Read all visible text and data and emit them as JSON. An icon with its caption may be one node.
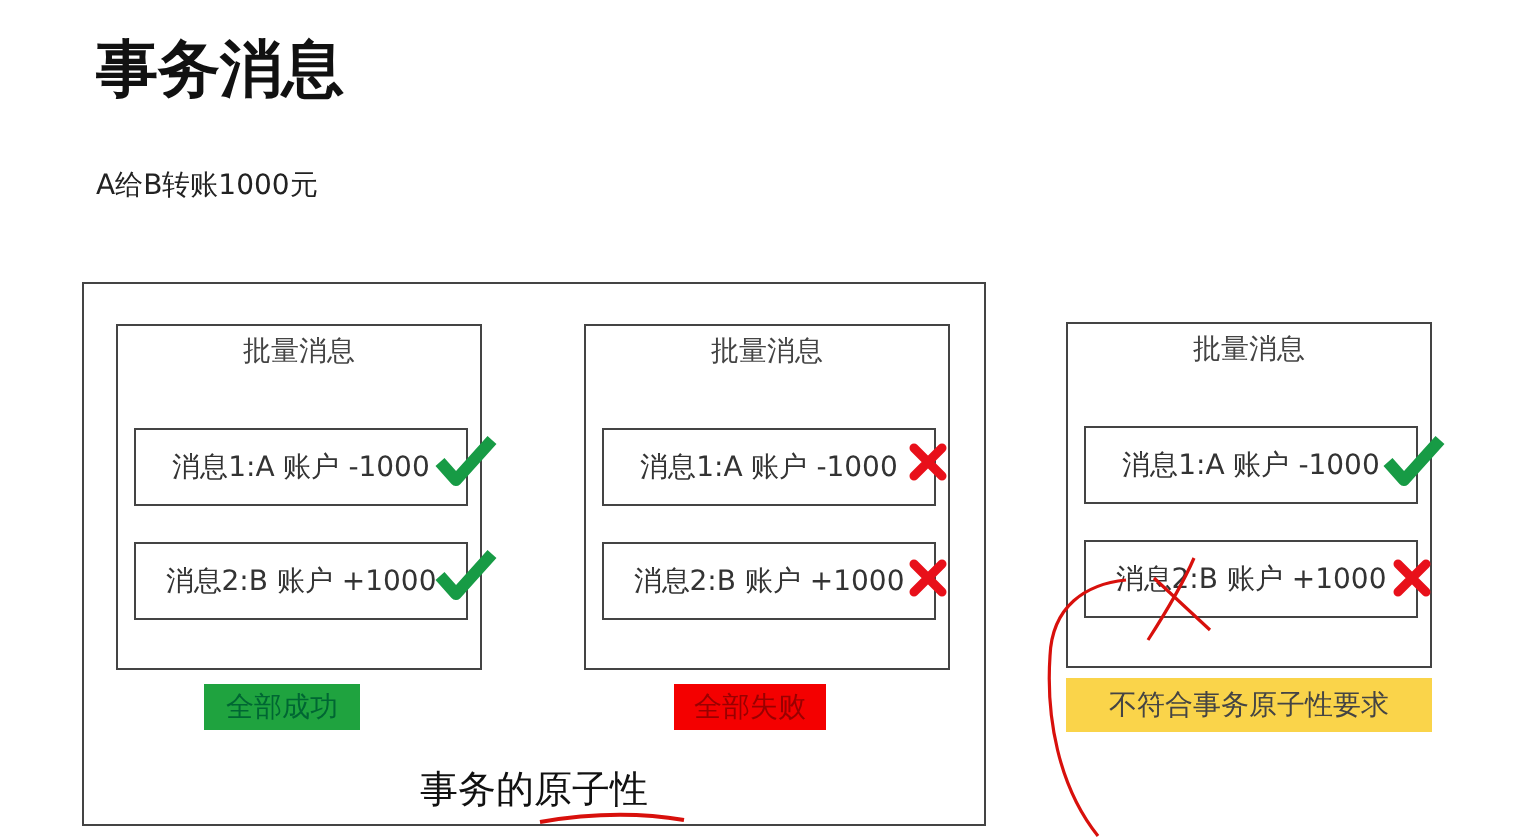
{
  "diagram": {
    "title": "事务消息",
    "nodes": [
      {
        "text": [
          "事务的原子性"
        ]
      },
      {
        "text": [
          "批量消息"
        ],
        "in": 0
      },
      {
        "text": [
          "消息1:A 账户 -1000"
        ],
        "in": 1
      },
      {
        "text": [
          "消息2:B 账户 +1000"
        ],
        "in": 1
      },
      {
        "text": [
          "全部成功"
        ],
        "in": 0
      },
      {
        "text": [
          "批量消息"
        ],
        "in": 0
      },
      {
        "text": [
          "消息1:A 账户 -1000"
        ],
        "in": 5
      },
      {
        "text": [
          "消息2:B 账户 +1000"
        ],
        "in": 5
      },
      {
        "text": [
          "全部失败"
        ],
        "in": 0
      },
      {
        "text": [
          "批量消息"
        ]
      },
      {
        "text": [
          "消息1:A 账户 -1000"
        ],
        "in": 9
      },
      {
        "text": [
          "消息2:B 账户 +1000"
        ],
        "in": 9
      },
      {
        "text": [
          "不符合事务原子性要求"
        ]
      }
    ],
    "edges": [],
    "labels": [
      "A给B转账1000元"
    ]
  }
}
